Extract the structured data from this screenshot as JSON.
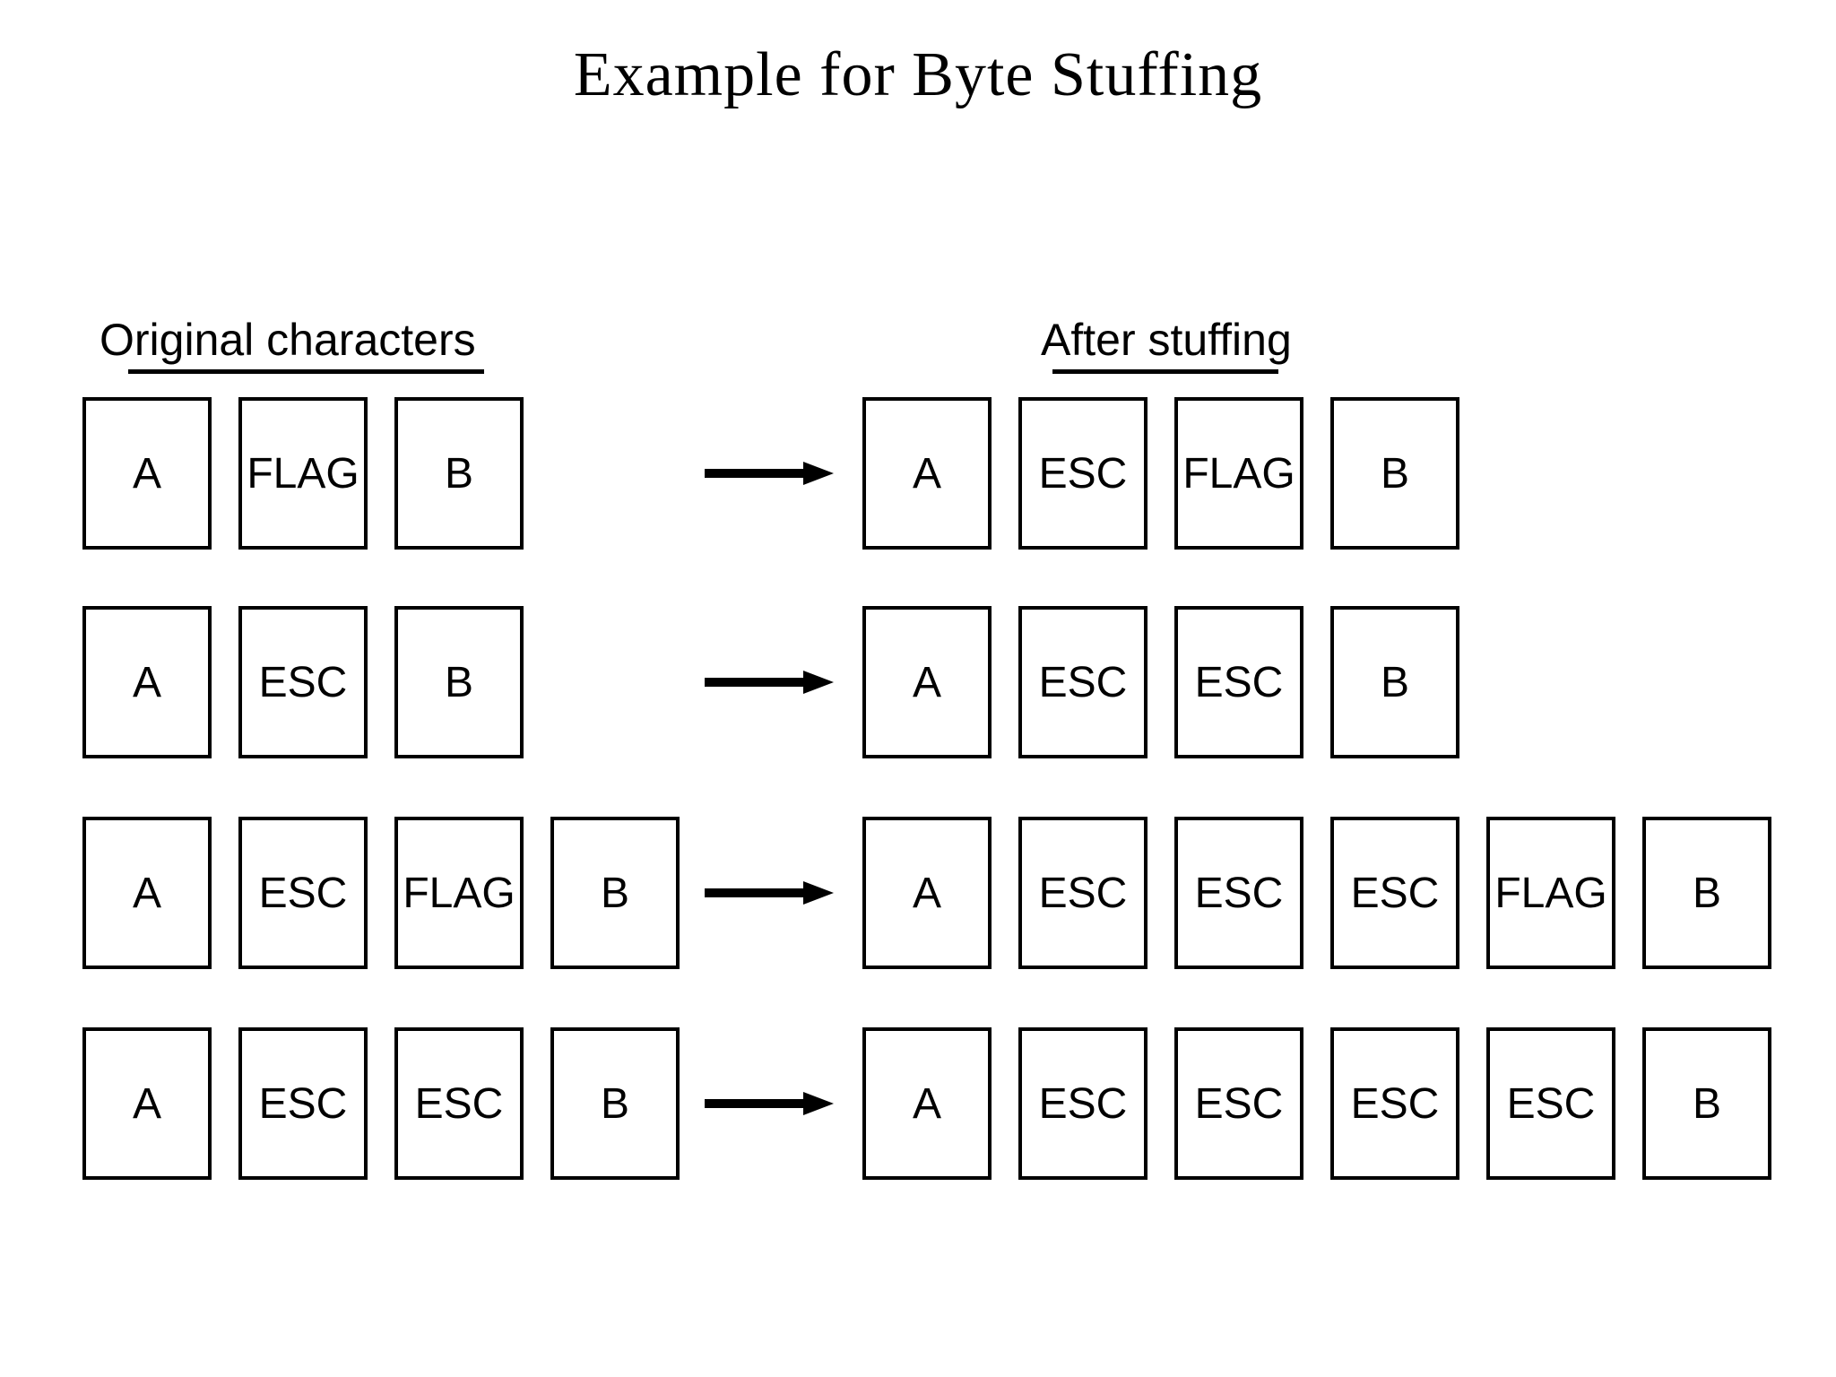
{
  "title": "Example for Byte Stuffing",
  "headings": {
    "original": "Original characters",
    "stuffed": "After stuffing"
  },
  "rows": [
    {
      "original": [
        "A",
        "FLAG",
        "B"
      ],
      "stuffed": [
        "A",
        "ESC",
        "FLAG",
        "B"
      ]
    },
    {
      "original": [
        "A",
        "ESC",
        "B"
      ],
      "stuffed": [
        "A",
        "ESC",
        "ESC",
        "B"
      ]
    },
    {
      "original": [
        "A",
        "ESC",
        "FLAG",
        "B"
      ],
      "stuffed": [
        "A",
        "ESC",
        "ESC",
        "ESC",
        "FLAG",
        "B"
      ]
    },
    {
      "original": [
        "A",
        "ESC",
        "ESC",
        "B"
      ],
      "stuffed": [
        "A",
        "ESC",
        "ESC",
        "ESC",
        "ESC",
        "B"
      ]
    }
  ],
  "icons": {
    "transform_arrow": "right-arrow"
  },
  "colors": {
    "foreground": "#000000",
    "background": "#ffffff"
  }
}
